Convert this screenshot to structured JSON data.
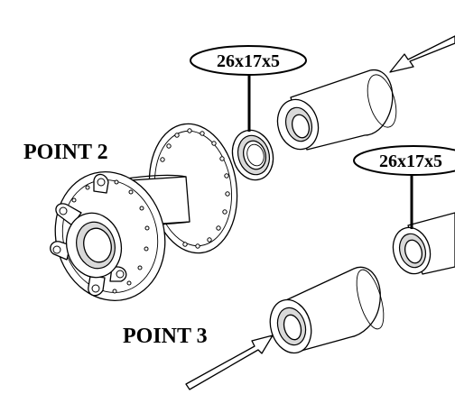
{
  "labels": {
    "point2": "POINT 2",
    "point3": "POINT 3",
    "bearing_left": "26x17x5",
    "bearing_right": "26x17x5"
  },
  "colors": {
    "line": "#000000",
    "background": "#ffffff",
    "shade": "#d9d9d9"
  },
  "icons": {
    "arrow_top_right": "arrow-icon",
    "arrow_bottom": "arrow-icon"
  }
}
